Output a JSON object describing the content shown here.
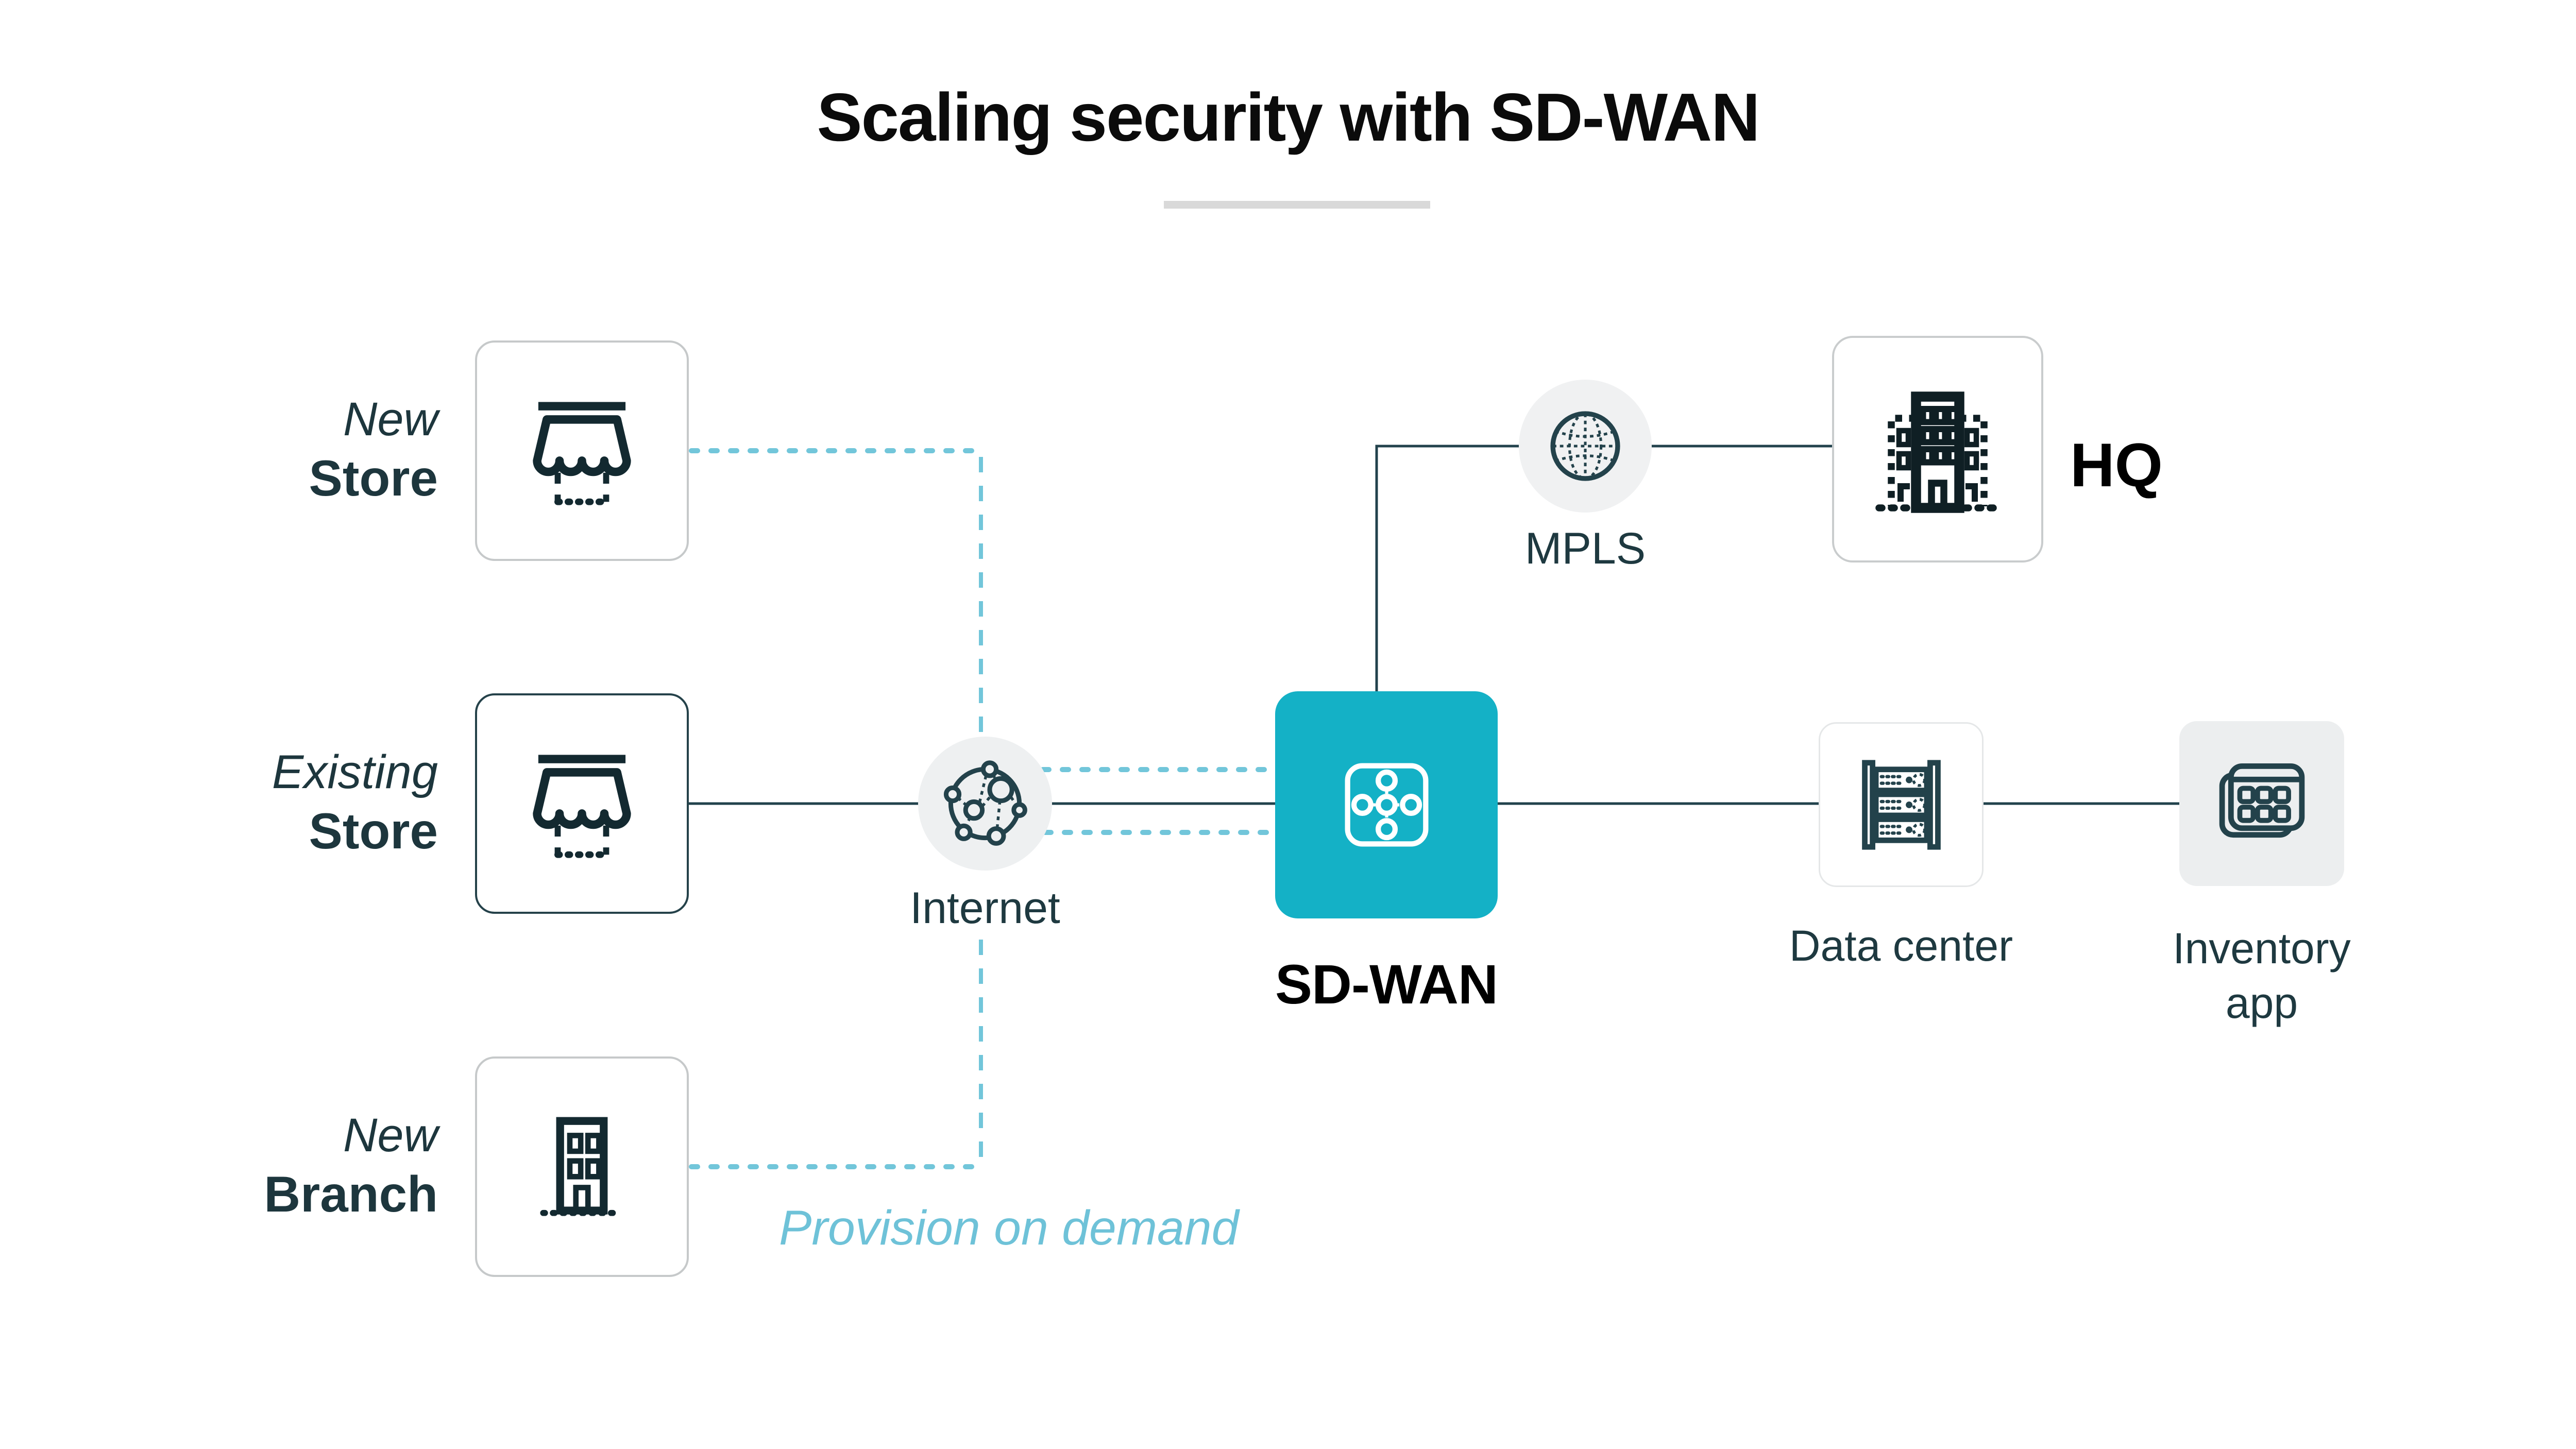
{
  "title": {
    "text": "Scaling security with SD-WAN"
  },
  "nodes": {
    "new_store": {
      "qualifier": "New",
      "name": "Store"
    },
    "existing_store": {
      "qualifier": "Existing",
      "name": "Store"
    },
    "new_branch": {
      "qualifier": "New",
      "name": "Branch"
    },
    "internet": {
      "label": "Internet"
    },
    "sd_wan": {
      "label": "SD-WAN"
    },
    "mpls": {
      "label": "MPLS"
    },
    "hq": {
      "label": "HQ"
    },
    "data_center": {
      "label": "Data center"
    },
    "inventory_app": {
      "label_line1": "Inventory",
      "label_line2": "app"
    }
  },
  "annotations": {
    "provision_on_demand": "Provision on demand"
  },
  "icons": {
    "new_store": "storefront-icon",
    "existing_store": "storefront-icon",
    "new_branch": "branch-building-icon",
    "internet": "connected-nodes-globe-icon",
    "sd_wan": "hub-and-spokes-icon",
    "mpls": "wireframe-globe-icon",
    "hq": "headquarters-building-icon",
    "data_center": "server-rack-icon",
    "inventory_app": "app-grid-icon"
  },
  "colors": {
    "background": "#ffffff",
    "title_text": "#0b0b0b",
    "title_underline": "#d9d9d9",
    "solid_line": "#22424c",
    "dotted_line_teal": "#72c6da",
    "provision_text_teal": "#6ec2d8",
    "sdwan_box_teal": "#14b1c6",
    "node_label_slate": "#1e3940",
    "side_label_slate": "#1d363d",
    "light_node_gray": "#eef0f1",
    "light_box_border": "#c6c9ca",
    "dark_box_border": "#25424a"
  }
}
